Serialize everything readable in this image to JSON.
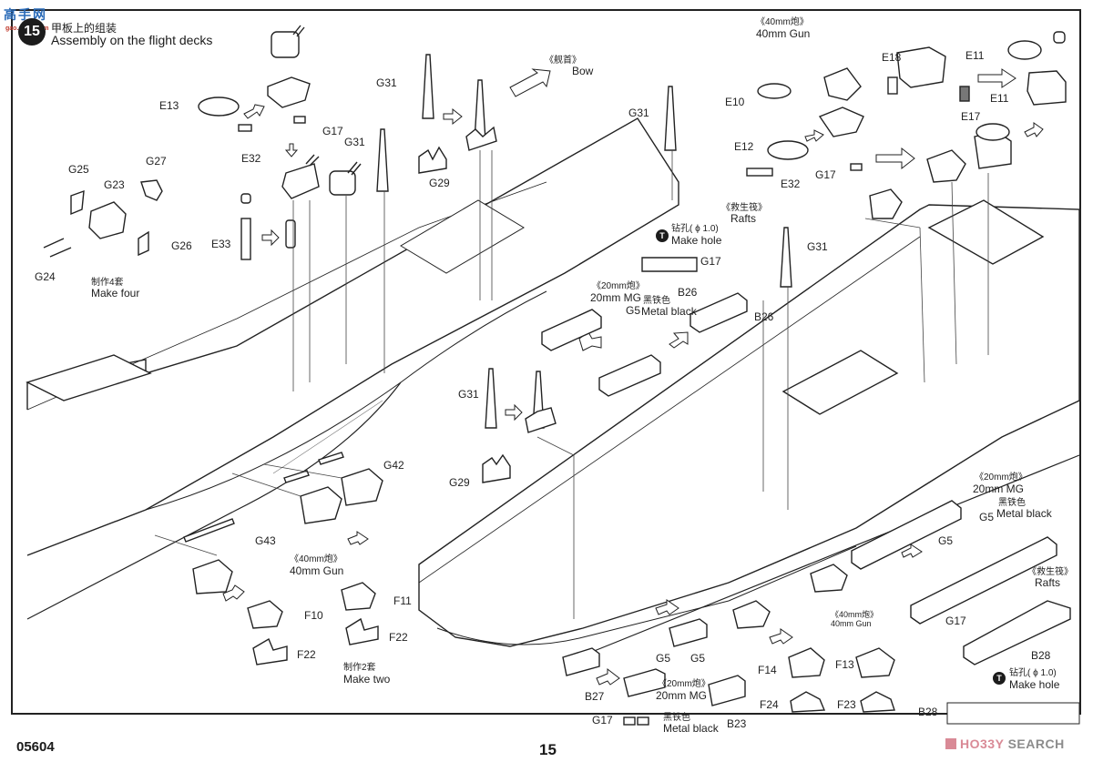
{
  "watermark": {
    "logo": "高手网",
    "url": "gao.shou.com"
  },
  "header": {
    "step_number": "15",
    "title_cn": "甲板上的组装",
    "title_en": "Assembly on the flight decks"
  },
  "footer": {
    "product_code": "05604",
    "page_number": "15",
    "brand_part1": "HO33Y",
    "brand_part2": "SEARCH"
  },
  "notes": {
    "bow_cn": "《舰首》",
    "bow_en": "Bow",
    "gun40_cn": "《40mm炮》",
    "gun40_en": "40mm Gun",
    "mg20_cn": "《20mm炮》",
    "mg20_en": "20mm MG",
    "metal_black_cn": "黑铁色",
    "metal_black_en": "Metal black",
    "rafts_cn": "《救生筏》",
    "rafts_en": "Rafts",
    "drill_cn": "钻孔(  ϕ 1.0)",
    "drill_en": "Make hole",
    "make_four_cn": "制作4套",
    "make_four_en": "Make four",
    "make_two_cn": "制作2套",
    "make_two_en": "Make two"
  },
  "parts": {
    "E10": "E10",
    "E11": "E11",
    "E12": "E12",
    "E13": "E13",
    "E17": "E17",
    "E18": "E18",
    "E32": "E32",
    "E33": "E33",
    "F10": "F10",
    "F11": "F11",
    "F13": "F13",
    "F14": "F14",
    "F22": "F22",
    "F23": "F23",
    "F24": "F24",
    "G5": "G5",
    "G17": "G17",
    "G23": "G23",
    "G24": "G24",
    "G25": "G25",
    "G26": "G26",
    "G27": "G27",
    "G29": "G29",
    "G31": "G31",
    "G42": "G42",
    "G43": "G43",
    "B23": "B23",
    "B26": "B26",
    "B27": "B27",
    "B28": "B28"
  }
}
